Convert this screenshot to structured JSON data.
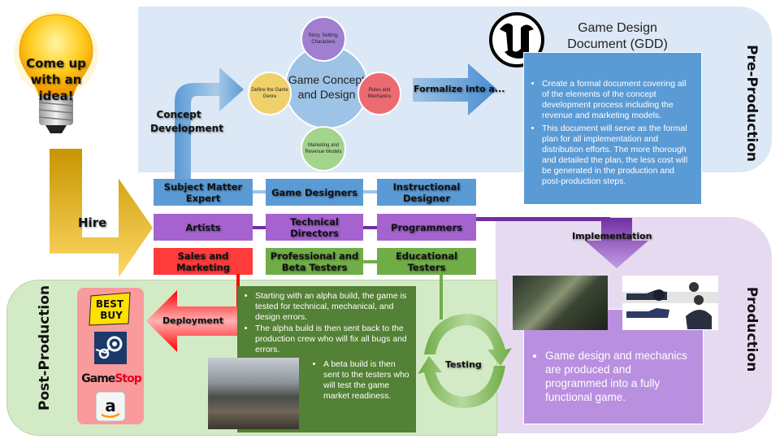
{
  "title": "Game Development Process",
  "phases": {
    "pre_production": "Pre-Production",
    "production": "Production",
    "post_production": "Post-Production"
  },
  "start": {
    "idea_text": "Come up with an idea!",
    "hire_label": "Hire",
    "concept_label": "Concept Development"
  },
  "concept": {
    "center": "Game Concept and Design",
    "top": "Story, Setting, Characters",
    "left": "Define the Game Genre",
    "right": "Rules and Mechanics",
    "bottom": "Marketing and Revenue Models",
    "formalize_label": "Formalize into a..."
  },
  "gdd": {
    "title": "Game Design Document (GDD)",
    "bullets": [
      "Create a formal document covering all of the elements of the concept development process including the revenue and marketing models.",
      "This document will serve as the formal plan for all implementation and distribution efforts. The more thorough and detailed the plan, the less cost will be generated in the production and post-production steps."
    ]
  },
  "roles": {
    "row1": [
      "Subject Matter Expert",
      "Game Designers",
      "Instructional Designer"
    ],
    "row2": [
      "Artists",
      "Technical Directors",
      "Programmers"
    ],
    "row3": [
      "Sales and Marketing",
      "Professional and Beta Testers",
      "Educational Testers"
    ]
  },
  "production": {
    "implementation_label": "Implementation",
    "bullet": "Game design and mechanics are produced and programmed into a fully functional game."
  },
  "post_production": {
    "deployment_label": "Deployment",
    "testing_label": "Testing",
    "retailers": [
      "BEST BUY",
      "Steam",
      "GameStop",
      "Amazon"
    ],
    "bullets": [
      "Starting with an alpha build, the game is tested for technical, mechanical, and design errors.",
      "The alpha build is then sent back to the production crew who will fix all bugs and errors.",
      "A beta build is then sent to the testers who will test the game market readiness."
    ]
  },
  "colors": {
    "pre_bg": "#dce8f5",
    "prod_bg": "#e6daf1",
    "post_bg": "#d3eac6",
    "blue": "#5b9bd5",
    "purple": "#a463cf",
    "red": "#ff3b3b",
    "green": "#70ad47"
  }
}
